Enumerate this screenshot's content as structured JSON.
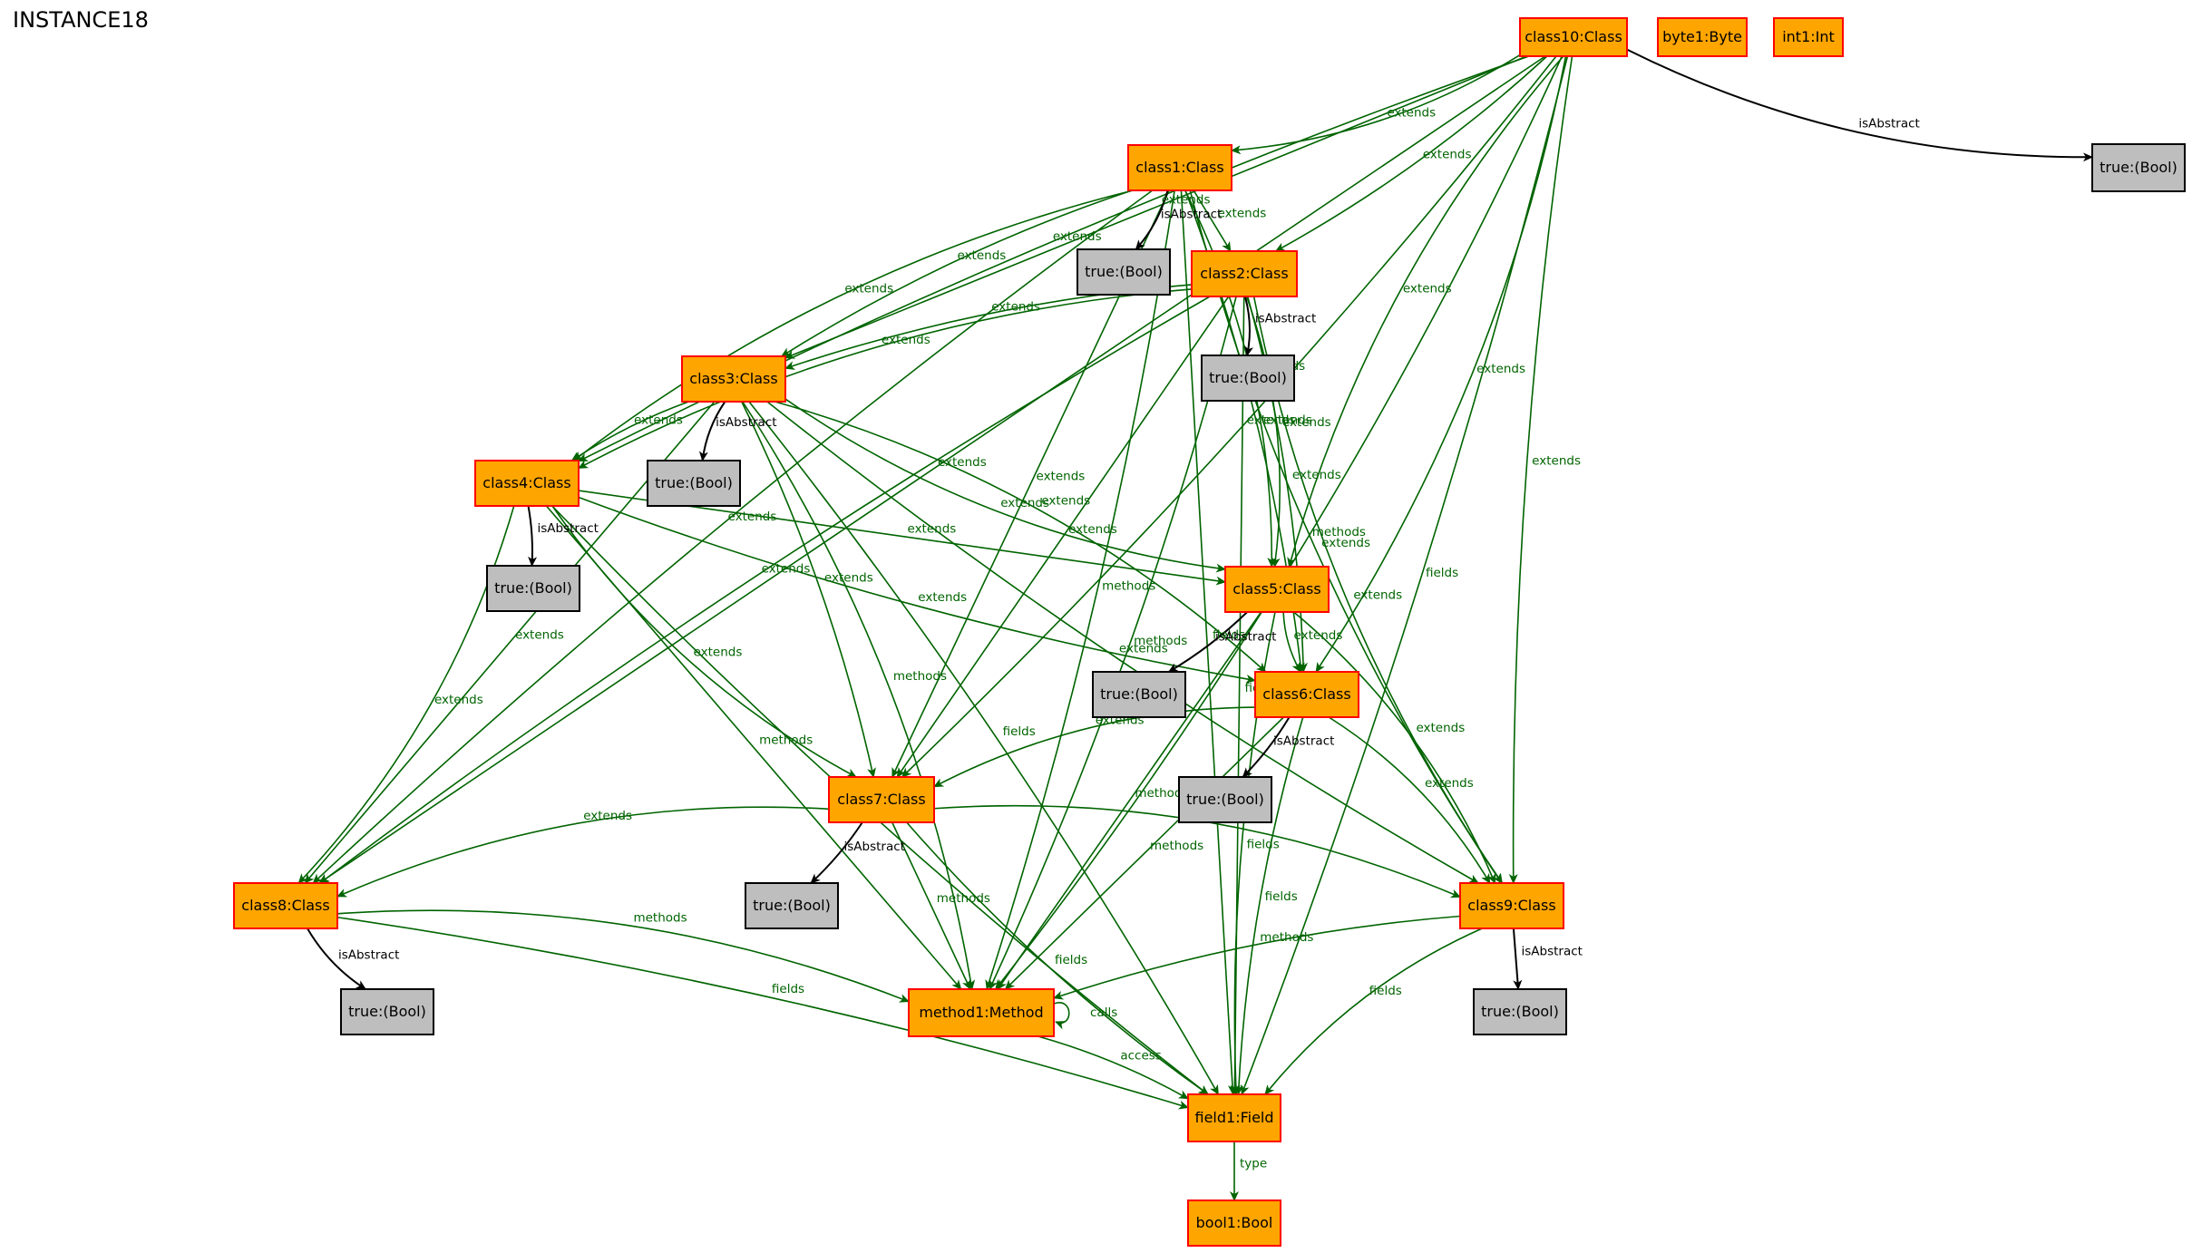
{
  "title": "INSTANCE18",
  "colors": {
    "object_fill": "#FFA500",
    "object_stroke": "#FF0000",
    "value_fill": "#BEBEBE",
    "value_stroke": "#000000",
    "edge_green": "#006400",
    "edge_black": "#000000"
  },
  "nodes": [
    {
      "id": "class10",
      "label": "class10:Class",
      "kind": "object"
    },
    {
      "id": "byte1",
      "label": "byte1:Byte",
      "kind": "object"
    },
    {
      "id": "int1",
      "label": "int1:Int",
      "kind": "object"
    },
    {
      "id": "t10",
      "label": "true:(Bool)",
      "kind": "value"
    },
    {
      "id": "class1",
      "label": "class1:Class",
      "kind": "object"
    },
    {
      "id": "t1",
      "label": "true:(Bool)",
      "kind": "value"
    },
    {
      "id": "class2",
      "label": "class2:Class",
      "kind": "object"
    },
    {
      "id": "t2",
      "label": "true:(Bool)",
      "kind": "value"
    },
    {
      "id": "class3",
      "label": "class3:Class",
      "kind": "object"
    },
    {
      "id": "t3",
      "label": "true:(Bool)",
      "kind": "value"
    },
    {
      "id": "class4",
      "label": "class4:Class",
      "kind": "object"
    },
    {
      "id": "t4",
      "label": "true:(Bool)",
      "kind": "value"
    },
    {
      "id": "class5",
      "label": "class5:Class",
      "kind": "object"
    },
    {
      "id": "t5",
      "label": "true:(Bool)",
      "kind": "value"
    },
    {
      "id": "class6",
      "label": "class6:Class",
      "kind": "object"
    },
    {
      "id": "t6",
      "label": "true:(Bool)",
      "kind": "value"
    },
    {
      "id": "class7",
      "label": "class7:Class",
      "kind": "object"
    },
    {
      "id": "t7",
      "label": "true:(Bool)",
      "kind": "value"
    },
    {
      "id": "class8",
      "label": "class8:Class",
      "kind": "object"
    },
    {
      "id": "t8",
      "label": "true:(Bool)",
      "kind": "value"
    },
    {
      "id": "class9",
      "label": "class9:Class",
      "kind": "object"
    },
    {
      "id": "t9",
      "label": "true:(Bool)",
      "kind": "value"
    },
    {
      "id": "method1",
      "label": "method1:Method",
      "kind": "object"
    },
    {
      "id": "field1",
      "label": "field1:Field",
      "kind": "object"
    },
    {
      "id": "bool1",
      "label": "bool1:Bool",
      "kind": "object"
    }
  ],
  "edges": [
    {
      "from": "class10",
      "to": "class1",
      "label": "extends"
    },
    {
      "from": "class10",
      "to": "class2",
      "label": "extends"
    },
    {
      "from": "class10",
      "to": "class3",
      "label": "extends"
    },
    {
      "from": "class10",
      "to": "class4",
      "label": "extends"
    },
    {
      "from": "class10",
      "to": "class5",
      "label": "extends"
    },
    {
      "from": "class10",
      "to": "class6",
      "label": "extends"
    },
    {
      "from": "class10",
      "to": "class7",
      "label": "extends"
    },
    {
      "from": "class10",
      "to": "class8",
      "label": "extends"
    },
    {
      "from": "class10",
      "to": "class9",
      "label": "extends"
    },
    {
      "from": "class10",
      "to": "t10",
      "label": "isAbstract"
    },
    {
      "from": "class10",
      "to": "method1",
      "label": "methods"
    },
    {
      "from": "class10",
      "to": "field1",
      "label": "fields"
    },
    {
      "from": "class1",
      "to": "class2",
      "label": "extends"
    },
    {
      "from": "class1",
      "to": "class3",
      "label": "extends"
    },
    {
      "from": "class1",
      "to": "class4",
      "label": "extends"
    },
    {
      "from": "class1",
      "to": "class5",
      "label": "extends"
    },
    {
      "from": "class1",
      "to": "class6",
      "label": "extends"
    },
    {
      "from": "class1",
      "to": "class7",
      "label": "extends"
    },
    {
      "from": "class1",
      "to": "class8",
      "label": "extends"
    },
    {
      "from": "class1",
      "to": "class9",
      "label": "extends"
    },
    {
      "from": "class1",
      "to": "t1",
      "label": "isAbstract"
    },
    {
      "from": "class1",
      "to": "method1",
      "label": "methods"
    },
    {
      "from": "class1",
      "to": "field1",
      "label": "fields"
    },
    {
      "from": "class2",
      "to": "class3",
      "label": "extends"
    },
    {
      "from": "class2",
      "to": "class4",
      "label": "extends"
    },
    {
      "from": "class2",
      "to": "class5",
      "label": "extends"
    },
    {
      "from": "class2",
      "to": "class6",
      "label": "extends"
    },
    {
      "from": "class2",
      "to": "class7",
      "label": "extends"
    },
    {
      "from": "class2",
      "to": "class8",
      "label": "extends"
    },
    {
      "from": "class2",
      "to": "class9",
      "label": "extends"
    },
    {
      "from": "class2",
      "to": "t2",
      "label": "isAbstract"
    },
    {
      "from": "class2",
      "to": "method1",
      "label": "methods"
    },
    {
      "from": "class2",
      "to": "field1",
      "label": "fields"
    },
    {
      "from": "class3",
      "to": "class4",
      "label": "extends"
    },
    {
      "from": "class3",
      "to": "class5",
      "label": "extends"
    },
    {
      "from": "class3",
      "to": "class6",
      "label": "extends"
    },
    {
      "from": "class3",
      "to": "class7",
      "label": "extends"
    },
    {
      "from": "class3",
      "to": "class8",
      "label": "extends"
    },
    {
      "from": "class3",
      "to": "class9",
      "label": "extends"
    },
    {
      "from": "class3",
      "to": "t3",
      "label": "isAbstract"
    },
    {
      "from": "class3",
      "to": "method1",
      "label": "methods"
    },
    {
      "from": "class3",
      "to": "field1",
      "label": "fields"
    },
    {
      "from": "class4",
      "to": "class5",
      "label": "extends"
    },
    {
      "from": "class4",
      "to": "class6",
      "label": "extends"
    },
    {
      "from": "class4",
      "to": "class7",
      "label": "extends"
    },
    {
      "from": "class4",
      "to": "class8",
      "label": "extends"
    },
    {
      "from": "class4",
      "to": "t4",
      "label": "isAbstract"
    },
    {
      "from": "class4",
      "to": "method1",
      "label": "methods"
    },
    {
      "from": "class4",
      "to": "field1",
      "label": "fields"
    },
    {
      "from": "class5",
      "to": "class6",
      "label": "extends"
    },
    {
      "from": "class5",
      "to": "class9",
      "label": "extends"
    },
    {
      "from": "class5",
      "to": "t5",
      "label": "isAbstract"
    },
    {
      "from": "class5",
      "to": "method1",
      "label": "methods"
    },
    {
      "from": "class5",
      "to": "field1",
      "label": "fields"
    },
    {
      "from": "class6",
      "to": "class7",
      "label": "extends"
    },
    {
      "from": "class6",
      "to": "class9",
      "label": "extends"
    },
    {
      "from": "class6",
      "to": "t6",
      "label": "isAbstract"
    },
    {
      "from": "class6",
      "to": "method1",
      "label": "methods"
    },
    {
      "from": "class6",
      "to": "field1",
      "label": "fields"
    },
    {
      "from": "class7",
      "to": "class8",
      "label": "extends"
    },
    {
      "from": "class7",
      "to": "class9",
      "label": "extends"
    },
    {
      "from": "class7",
      "to": "t7",
      "label": "isAbstract"
    },
    {
      "from": "class7",
      "to": "method1",
      "label": "methods"
    },
    {
      "from": "class7",
      "to": "field1",
      "label": "fields"
    },
    {
      "from": "class8",
      "to": "t8",
      "label": "isAbstract"
    },
    {
      "from": "class8",
      "to": "method1",
      "label": "methods"
    },
    {
      "from": "class8",
      "to": "field1",
      "label": "fields"
    },
    {
      "from": "class9",
      "to": "t9",
      "label": "isAbstract"
    },
    {
      "from": "class9",
      "to": "method1",
      "label": "methods"
    },
    {
      "from": "class9",
      "to": "field1",
      "label": "fields"
    },
    {
      "from": "method1",
      "to": "method1",
      "label": "calls"
    },
    {
      "from": "method1",
      "to": "field1",
      "label": "access"
    },
    {
      "from": "field1",
      "to": "bool1",
      "label": "type"
    }
  ]
}
